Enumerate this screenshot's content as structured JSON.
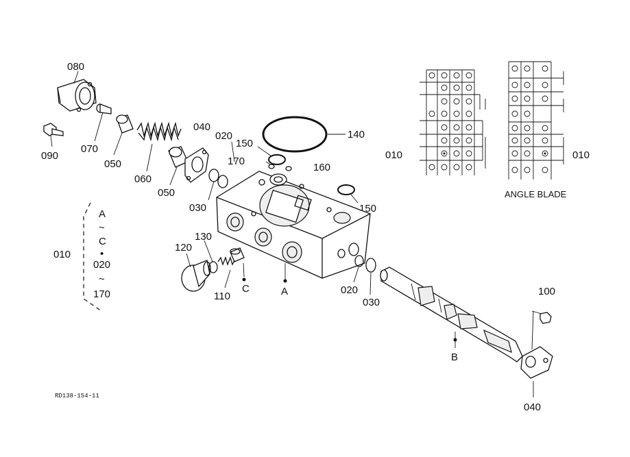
{
  "diagram": {
    "labels": {
      "p080": "080",
      "p090": "090",
      "p070": "070",
      "p050a": "050",
      "p060": "060",
      "p050b": "050",
      "p040a": "040",
      "p020a": "020",
      "p150a": "150",
      "p140": "140",
      "p170": "170",
      "p160": "160",
      "p030a": "030",
      "p150b": "150",
      "p010_left": "010",
      "p120": "120",
      "p130": "130",
      "p110": "110",
      "mark_c": "C",
      "mark_a": "A",
      "p020b": "020",
      "p030b": "030",
      "p100": "100",
      "mark_b": "B",
      "p040b": "040",
      "p010_mid": "010",
      "p010_right": "010",
      "angle_blade": "ANGLE BLADE",
      "drawing_code": "RD138-154-11"
    },
    "bracket_text": {
      "a": "A",
      "tilde1": "~",
      "c": "C",
      "bullet": "•",
      "v020": "020",
      "tilde2": "~",
      "v170": "170"
    }
  }
}
